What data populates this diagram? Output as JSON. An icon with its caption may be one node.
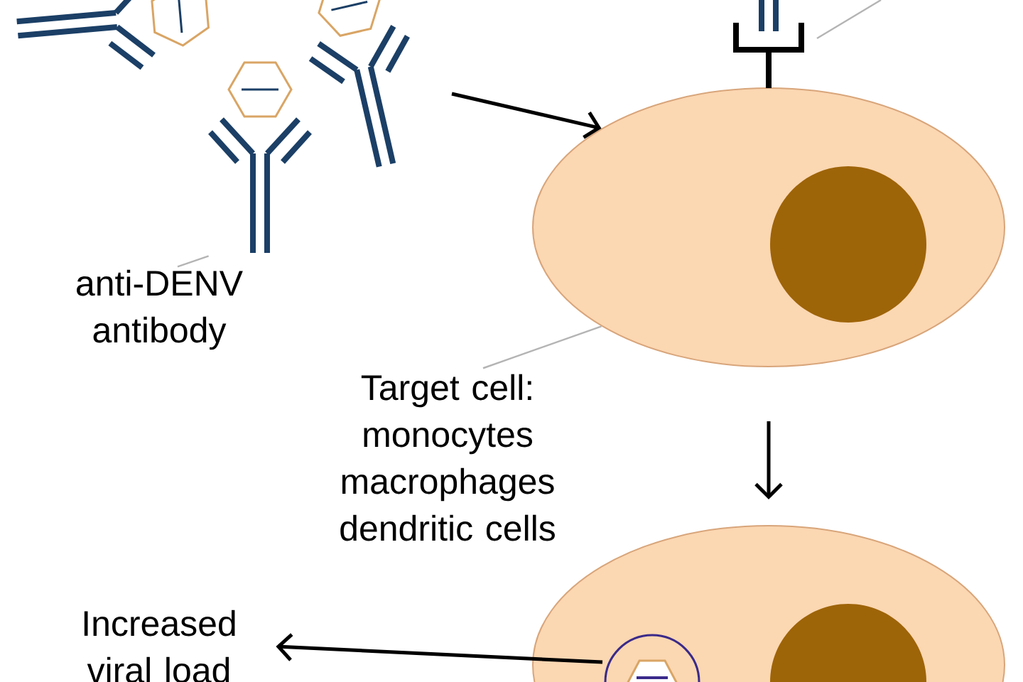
{
  "diagram": {
    "nodes": [
      {
        "text": [
          "anti-DENV antibody"
        ]
      },
      {
        "text": [],
        "shape": "picture"
      },
      {
        "text": [],
        "shape": "ellipse"
      },
      {
        "text": [
          "Target cell: monocytes macrophages dendritic cells"
        ]
      },
      {
        "text": [],
        "shape": "ellipse"
      },
      {
        "text": [
          "Increased viral load"
        ]
      }
    ],
    "edges": [
      {
        "from": 0,
        "to": 1,
        "arrow": "none",
        "color": "#b4b4b4"
      },
      {
        "from": null,
        "to": 2,
        "arrow": "to",
        "color": "#000000"
      },
      {
        "from": 3,
        "to": 2,
        "arrow": "none",
        "color": "#b4b4b4"
      },
      {
        "from": null,
        "to": 2,
        "arrow": "none",
        "color": "#b4b4b4"
      },
      {
        "from": 2,
        "to": 4,
        "arrow": "to",
        "color": "#000000"
      },
      {
        "from": 4,
        "to": 5,
        "arrow": "to",
        "color": "#000000"
      }
    ]
  }
}
